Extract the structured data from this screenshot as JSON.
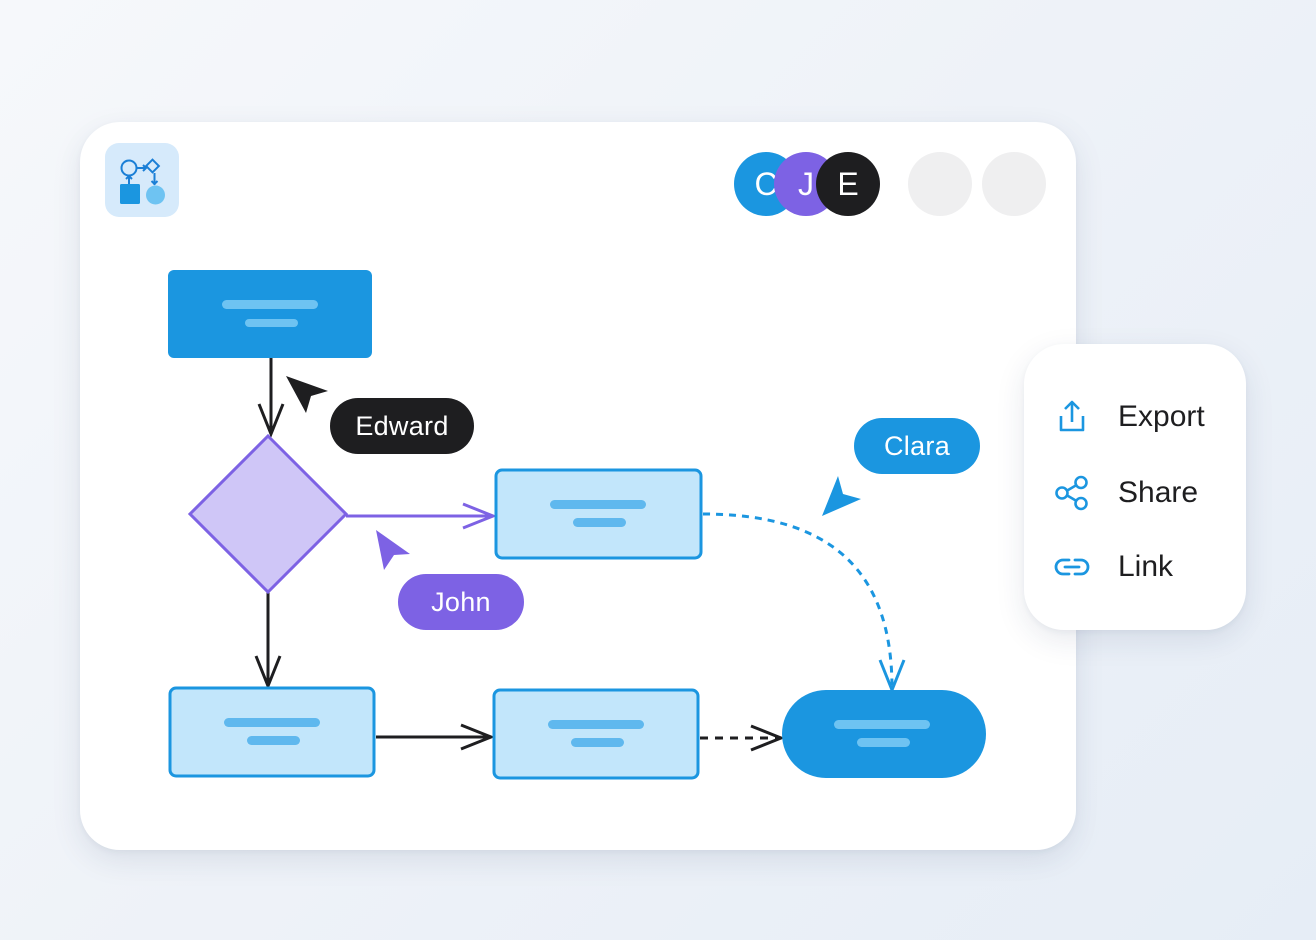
{
  "collaborators": [
    {
      "initial": "C",
      "color": "#1b96e0"
    },
    {
      "initial": "J",
      "color": "#7d62e4"
    },
    {
      "initial": "E",
      "color": "#1e1e20"
    }
  ],
  "cursors": {
    "edward": {
      "name": "Edward",
      "color": "#1e1e20"
    },
    "john": {
      "name": "John",
      "color": "#7d62e4"
    },
    "clara": {
      "name": "Clara",
      "color": "#1b96e0"
    }
  },
  "menu": {
    "items": [
      {
        "label": "Export",
        "icon": "upload-icon"
      },
      {
        "label": "Share",
        "icon": "share-icon"
      },
      {
        "label": "Link",
        "icon": "link-icon"
      }
    ]
  },
  "colors": {
    "primary": "#1b96e0",
    "light_fill": "#c2e6fb",
    "decision_fill": "#cfc6f7",
    "decision_stroke": "#7d62e4",
    "dark": "#1e1e20"
  }
}
